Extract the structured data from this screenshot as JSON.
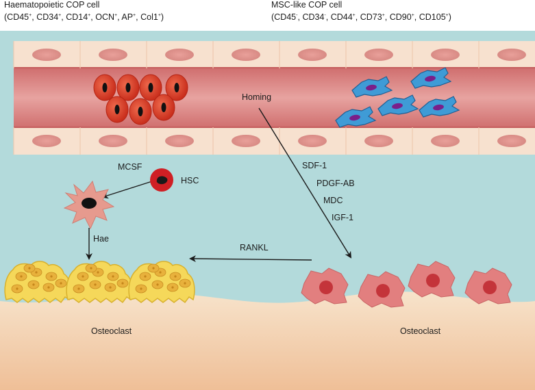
{
  "header_left": {
    "title": "Haematopoietic COP cell",
    "markers": [
      {
        "name": "CD45",
        "sign": "+"
      },
      {
        "name": "CD34",
        "sign": "+"
      },
      {
        "name": "CD14",
        "sign": "+"
      },
      {
        "name": "OCN",
        "sign": "+"
      },
      {
        "name": "AP",
        "sign": "+"
      },
      {
        "name": "Col1",
        "sign": "+"
      }
    ]
  },
  "header_right": {
    "title": "MSC-like COP cell",
    "markers": [
      {
        "name": "CD45",
        "sign": "-"
      },
      {
        "name": "CD34",
        "sign": "-"
      },
      {
        "name": "CD44",
        "sign": "+"
      },
      {
        "name": "CD73",
        "sign": "+"
      },
      {
        "name": "CD90",
        "sign": "+"
      },
      {
        "name": "CD105",
        "sign": "+"
      }
    ]
  },
  "labels": {
    "homing": "Homing",
    "mcsf": "MCSF",
    "hsc": "HSC",
    "hae": "Hae",
    "rankl": "RANKL",
    "factors": [
      "SDF-1",
      "PDGF-AB",
      "MDC",
      "IGF-1"
    ],
    "osteoclast_left": "Osteoclast",
    "osteoclast_right": "Osteoclast"
  },
  "colors": {
    "tissue": "#b3dadb",
    "vessel_wall": "#f7e1cf",
    "vessel_lumen": "#d98585",
    "bone": "#f5d9bd",
    "red_cell": "#d83a26",
    "msc_cell": "#3f9bd6",
    "msc_nucleus": "#7a1f8a",
    "osteoclast": "#f5d85a",
    "stromal_cell": "#e27f7f",
    "hsc": "#cf1f24"
  }
}
